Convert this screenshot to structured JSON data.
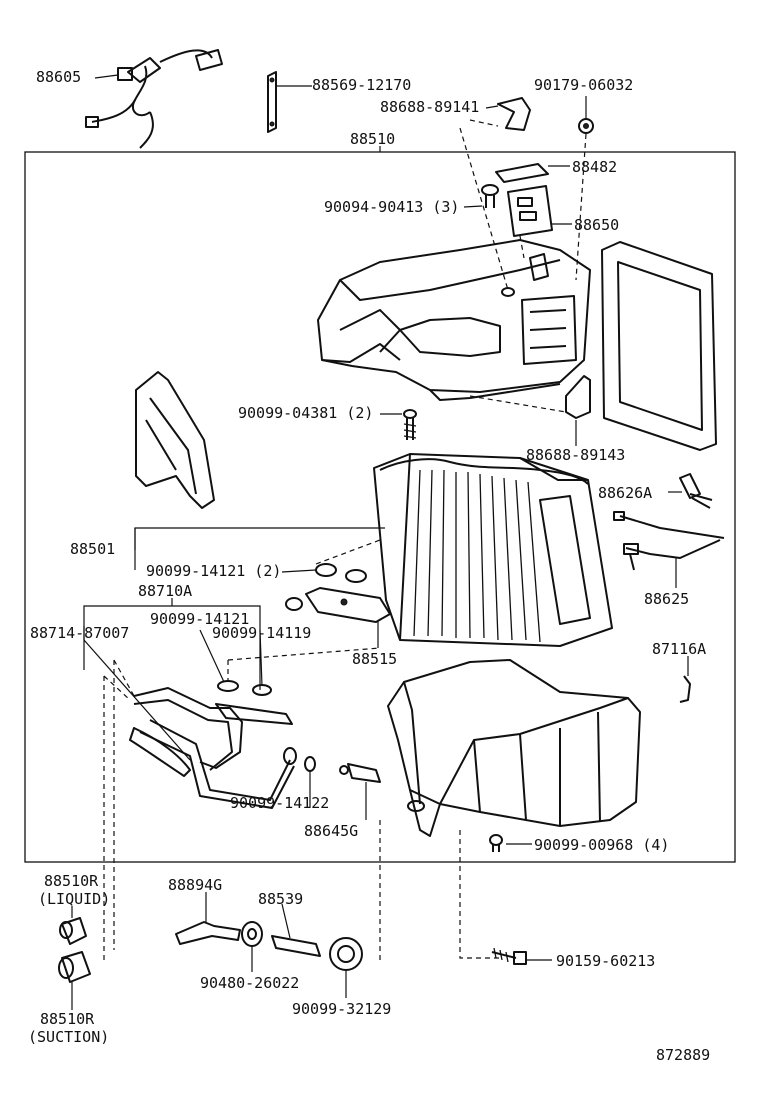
{
  "labels": {
    "p88605": "88605",
    "p88569": "88569-12170",
    "p90179": "90179-06032",
    "p88688_89141": "88688-89141",
    "p88510": "88510",
    "p88482": "88482",
    "p90094": "90094-90413 (3)",
    "p88650": "88650",
    "p90099_04381": "90099-04381 (2)",
    "p88688_89143": "88688-89143",
    "p88626A": "88626A",
    "p88501": "88501",
    "p90099_14121_2": "90099-14121 (2)",
    "p88710A": "88710A",
    "p90099_14121": "90099-14121",
    "p90099_14119": "90099-14119",
    "p88714": "88714-87007",
    "p88625": "88625",
    "p88515": "88515",
    "p87116A": "87116A",
    "p90099_14122": "90099-14122",
    "p88645G": "88645G",
    "p90099_00968": "90099-00968 (4)",
    "p88510R_liquid": "88510R",
    "liquid_note": "(LIQUID)",
    "p88894G": "88894G",
    "p88539": "88539",
    "p90480": "90480-26022",
    "p90159": "90159-60213",
    "p90099_32129": "90099-32129",
    "p88510R_suction": "88510R",
    "suction_note": "(SUCTION)",
    "diagram_no": "872889"
  },
  "colors": {
    "ink": "#111111",
    "paper": "#ffffff"
  }
}
